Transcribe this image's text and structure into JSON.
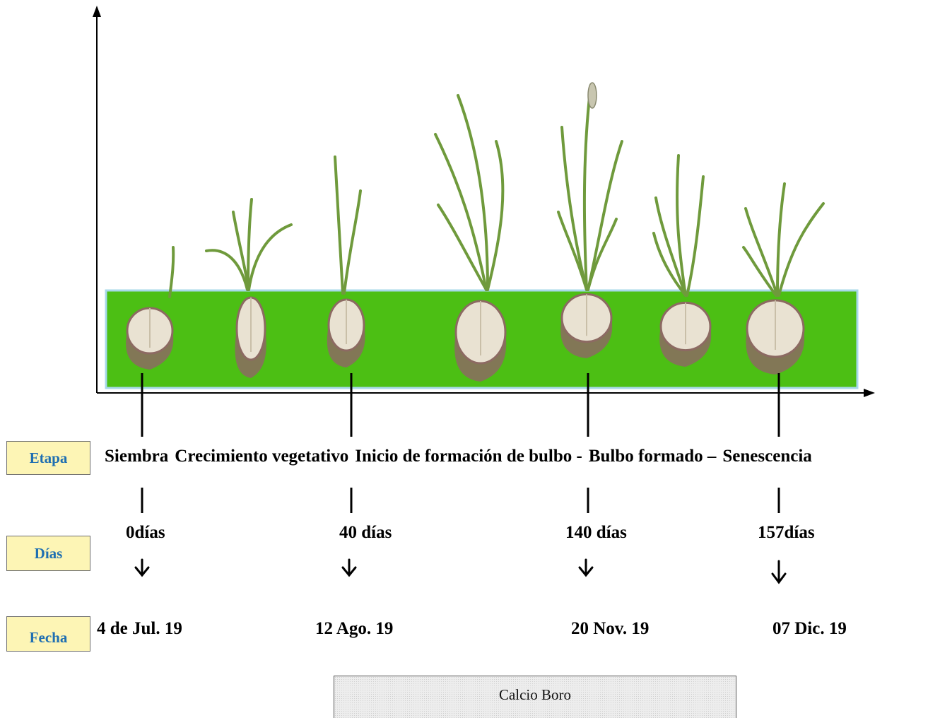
{
  "row_labels": {
    "stage": "Etapa",
    "days": "Días",
    "date": "Fecha"
  },
  "stages": [
    "Siembra",
    "Crecimiento vegetativo",
    "Inicio de formación de bulbo -",
    "Bulbo formado –",
    "Senescencia"
  ],
  "days": [
    "0días",
    "40 días",
    "140 días",
    "157días"
  ],
  "dates": [
    "4 de Jul. 19",
    "12 Ago. 19",
    "20 Nov. 19",
    "07 Dic. 19"
  ],
  "nutrients": "Calcio Boro",
  "colors": {
    "field": "#4cbf14",
    "field_border": "#a8d8ea",
    "label_box_bg": "#fdf5b5",
    "label_text": "#1f6fb2",
    "leaf": "#6f9a3c",
    "bulb": "#e9e2d2",
    "root": "#8c6a62"
  },
  "plants": [
    {
      "name": "clove",
      "stage": "Siembra"
    },
    {
      "name": "young-shoot",
      "stage": "Crecimiento vegetativo"
    },
    {
      "name": "vegetative-plant",
      "stage": "Crecimiento vegetativo"
    },
    {
      "name": "tall-leafy-plant",
      "stage": "Inicio de formación de bulbo"
    },
    {
      "name": "flowering-plant",
      "stage": "Inicio de formación de bulbo"
    },
    {
      "name": "bulbing-plant",
      "stage": "Bulbo formado"
    },
    {
      "name": "mature-bulb-plant",
      "stage": "Senescencia"
    }
  ]
}
